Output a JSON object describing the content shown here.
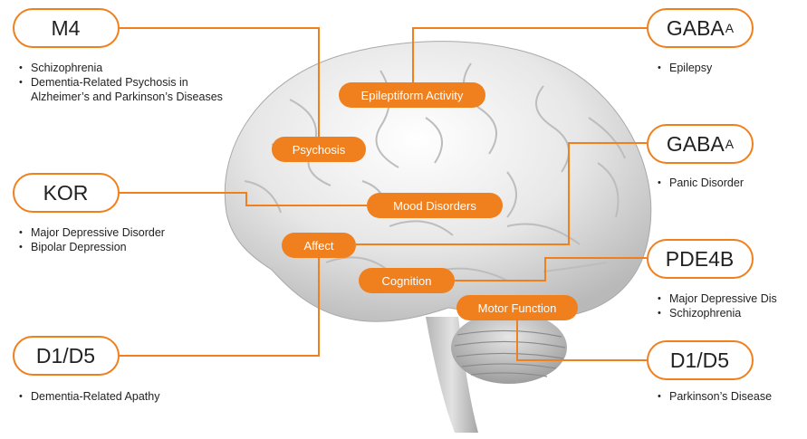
{
  "colors": {
    "accent": "#f07f1e",
    "text": "#222222",
    "background": "#ffffff"
  },
  "targets": [
    {
      "label": "M4",
      "subscript": "",
      "indications": [
        "Schizophrenia",
        "Dementia-Related Psychosis in Alzheimer’s and Parkinson’s Diseases"
      ]
    },
    {
      "label": "KOR",
      "subscript": "",
      "indications": [
        "Major Depressive Disorder",
        "Bipolar Depression"
      ]
    },
    {
      "label": "D1/D5",
      "subscript": "",
      "indications": [
        "Dementia-Related Apathy"
      ]
    },
    {
      "label": "GABA",
      "subscript": "A",
      "indications": [
        "Epilepsy"
      ]
    },
    {
      "label": "GABA",
      "subscript": "A",
      "indications": [
        "Panic Disorder"
      ]
    },
    {
      "label": "PDE4B",
      "subscript": "",
      "indications": [
        "Major Depressive Dis",
        "Schizophrenia"
      ]
    },
    {
      "label": "D1/D5",
      "subscript": "",
      "indications": [
        "Parkinson’s Disease"
      ]
    }
  ],
  "functions": [
    "Epileptiform Activity",
    "Psychosis",
    "Mood Disorders",
    "Affect",
    "Cognition",
    "Motor Function"
  ],
  "image": {
    "subject": "brain-illustration"
  }
}
